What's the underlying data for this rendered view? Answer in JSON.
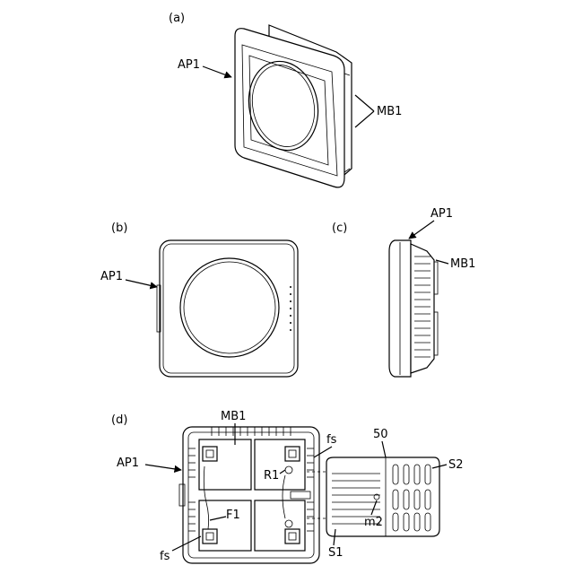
{
  "panels": {
    "a": {
      "tag": "(a)",
      "labels": [
        "AP1",
        "MB1"
      ]
    },
    "b": {
      "tag": "(b)",
      "labels": [
        "AP1"
      ]
    },
    "c": {
      "tag": "(c)",
      "labels": [
        "AP1",
        "MB1"
      ]
    },
    "d": {
      "tag": "(d)",
      "labels": [
        "MB1",
        "AP1",
        "fs",
        "R1",
        "50",
        "S2",
        "F1",
        "m2",
        "fs",
        "S1"
      ]
    }
  }
}
